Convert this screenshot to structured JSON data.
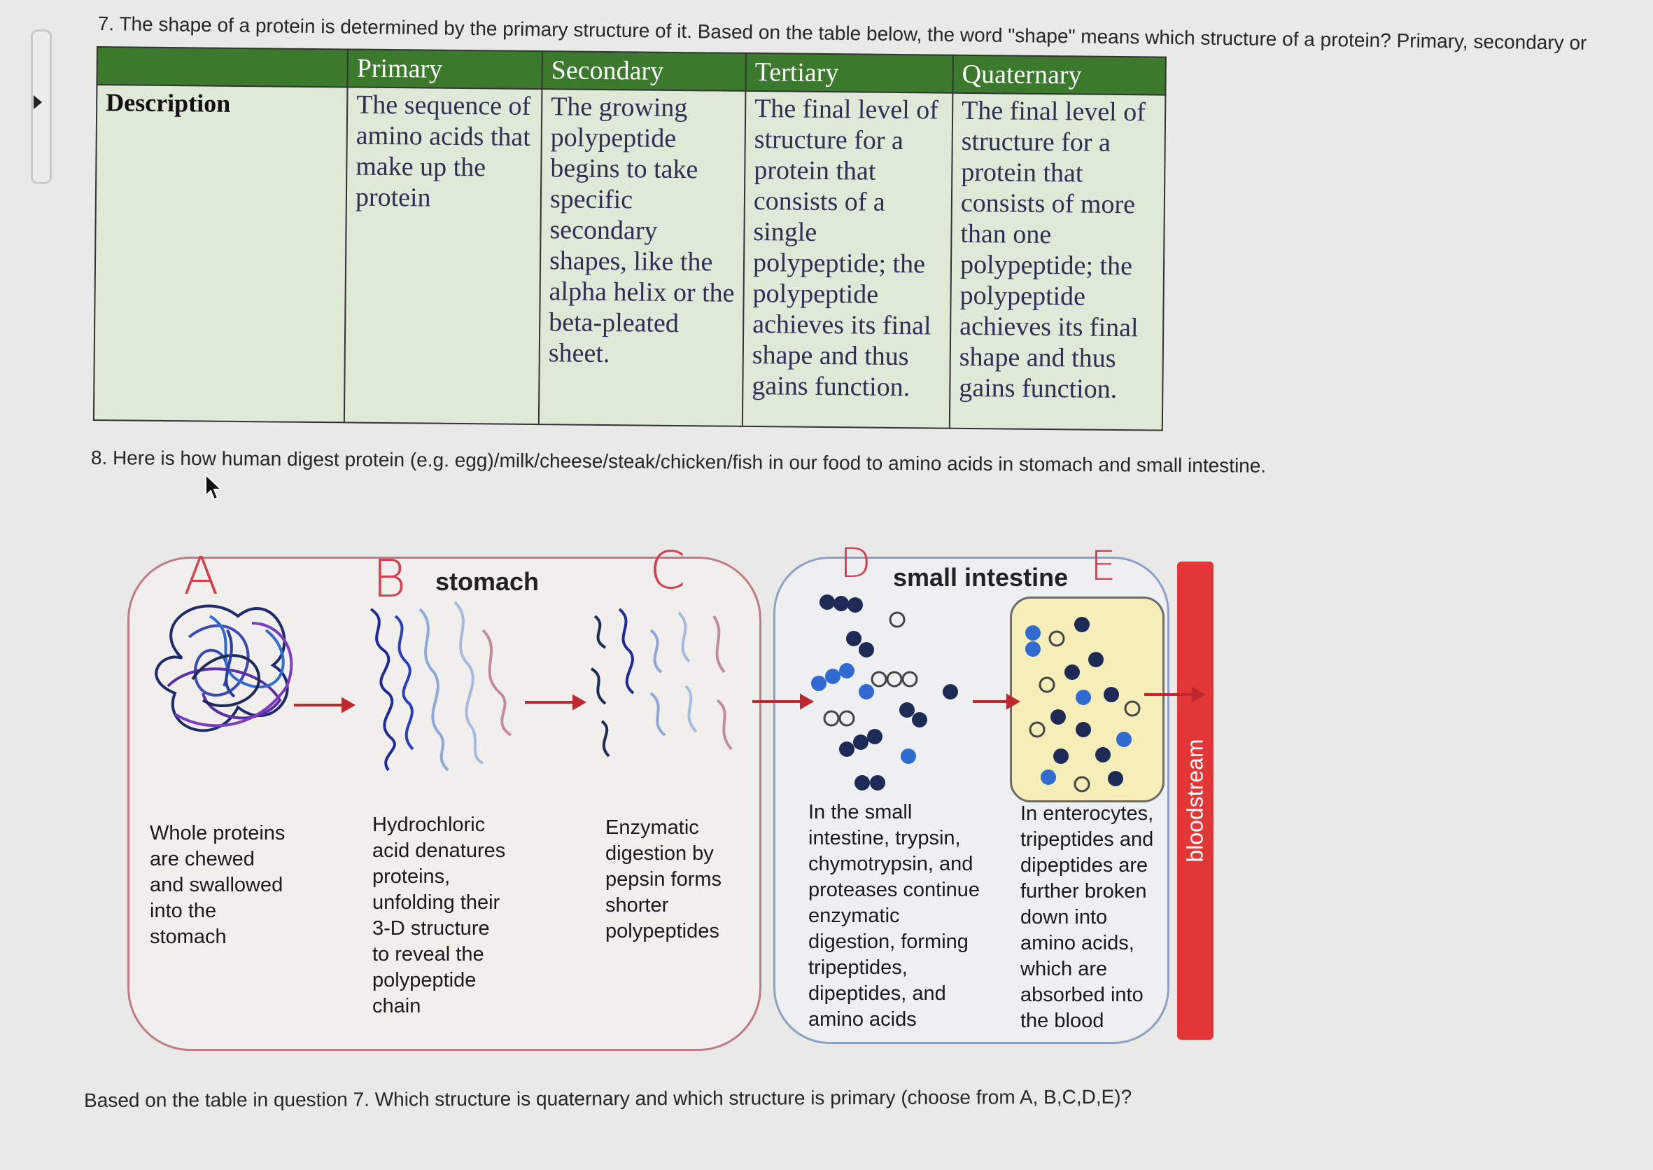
{
  "questions": {
    "q7": "7. The shape of a protein is determined by the primary structure of it. Based on the table below, the word \"shape\" means which structure of a protein? Primary, secondary or",
    "q8": "8. Here is how human digest protein (e.g. egg)/milk/cheese/steak/chicken/fish  in our food to amino acids in stomach and small intestine.",
    "final": "Based on the table in question 7. Which structure is quaternary and which structure is primary (choose from A, B,C,D,E)?"
  },
  "table": {
    "headers": [
      "",
      "Primary",
      "Secondary",
      "Tertiary",
      "Quaternary"
    ],
    "row_label": "Description",
    "cells": [
      "The sequence of amino acids that make up the protein",
      "The growing polypeptide begins to take specific secondary shapes, like the alpha helix or the beta-pleated sheet.",
      "The final level of structure for a protein that consists of a single polypeptide; the polypeptide achieves its final shape and thus gains function.",
      "The final level of structure for a protein that consists of more than one polypeptide; the polypeptide achieves its final shape and thus gains function."
    ]
  },
  "diagram": {
    "letters": [
      "A",
      "B",
      "C",
      "D",
      "E"
    ],
    "stomach_title": "stomach",
    "small_intestine_title": "small intestine",
    "bloodstream_label": "bloodstream",
    "captions": {
      "a": "Whole proteins\nare chewed\nand swallowed\ninto the\nstomach",
      "b": "Hydrochloric\nacid denatures\nproteins,\nunfolding their\n3-D structure\nto reveal the\npolypeptide\nchain",
      "c": "Enzymatic\ndigestion by\npepsin forms\nshorter\npolypeptides",
      "d": "In the small\nintestine, trypsin,\nchymotrypsin, and\nproteases continue\nenzymatic\ndigestion, forming\ntripeptides,\ndipeptides, and\namino acids",
      "e": "In enterocytes,\ntripeptides and\ndipeptides are\nfurther broken\ndown into\namino acids,\nwhich are\nabsorbed into\nthe blood"
    }
  },
  "colors": {
    "table_header": "#3b7a2c",
    "table_body": "#dfe9d7",
    "stomach_border": "#c07a84",
    "intestine_border": "#8ca0c6",
    "enterocyte_fill": "#f6eeb9",
    "bloodstream": "#e23637",
    "handwriting": "#d44050",
    "dark_blue": "#1f2b57",
    "mid_blue": "#2f6bd1"
  },
  "icons": {
    "sidebar": "sidebar-handle",
    "expand": "expand-arrow-icon",
    "cursor": "mouse-cursor-icon"
  }
}
